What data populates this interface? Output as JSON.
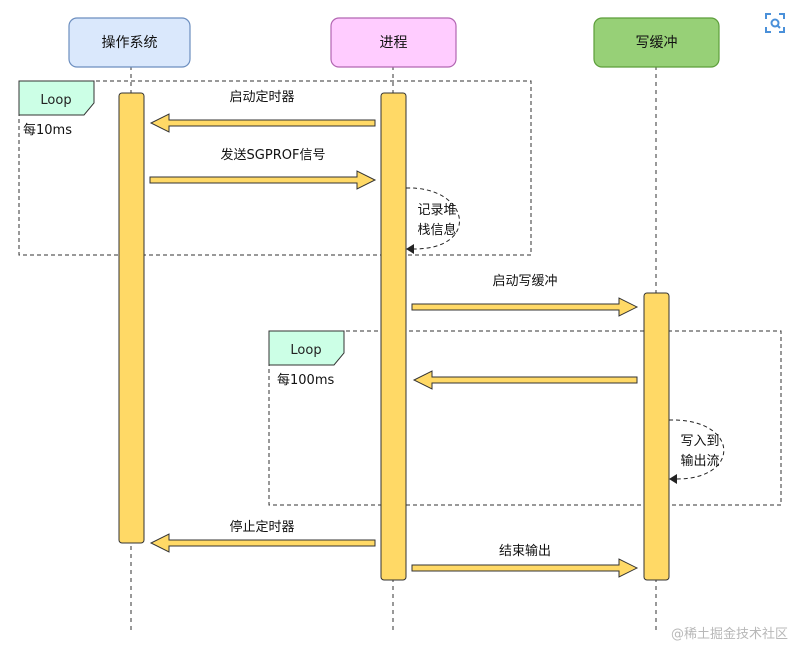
{
  "participants": [
    {
      "id": "os",
      "label": "操作系统",
      "fill": "#dae8fc",
      "stroke": "#6c8ebf"
    },
    {
      "id": "proc",
      "label": "进程",
      "fill": "#ffccff",
      "stroke": "#b266b2"
    },
    {
      "id": "buf",
      "label": "写缓冲",
      "fill": "#97d077",
      "stroke": "#5c9e3a"
    }
  ],
  "loops": [
    {
      "tag": "Loop",
      "condition": "每10ms"
    },
    {
      "tag": "Loop",
      "condition": "每100ms"
    }
  ],
  "messages": {
    "start_timer": "启动定时器",
    "send_signal": "发送SGPROF信号",
    "record_stack": "记录堆\n栈信息",
    "start_buffer": "启动写缓冲",
    "write_out": "写入到\n输出流",
    "stop_timer": "停止定时器",
    "end_output": "结束输出"
  },
  "colors": {
    "activation_fill": "#ffd966",
    "activation_stroke": "#333333",
    "arrow_fill": "#ffd966",
    "arrow_stroke": "#333333",
    "loop_tag_fill": "#ccffe6",
    "loop_border": "#333333"
  },
  "watermark": "@稀土掘金技术社区",
  "icons": {
    "corner": "scan-icon"
  }
}
